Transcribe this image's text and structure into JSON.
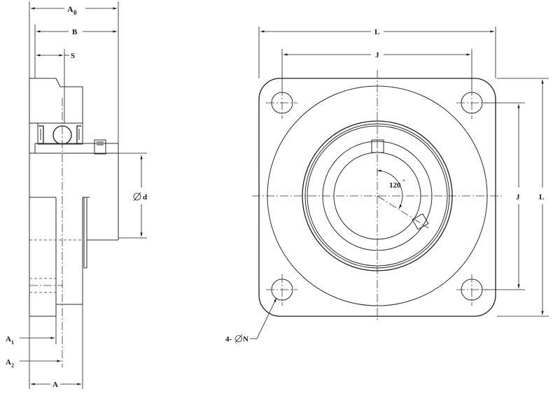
{
  "side_view": {
    "labels": {
      "a0": "A",
      "a0_sub": "0",
      "b": "B",
      "s": "S",
      "d": "d",
      "a1": "A",
      "a1_sub": "1",
      "a2": "A",
      "a2_sub": "2",
      "a": "A"
    }
  },
  "front_view": {
    "labels": {
      "l_top": "L",
      "j_top": "J",
      "j_right": "J",
      "l_right": "L",
      "angle": "120",
      "angle_unit": "°",
      "holes": "4-",
      "holes_n": "N"
    }
  }
}
